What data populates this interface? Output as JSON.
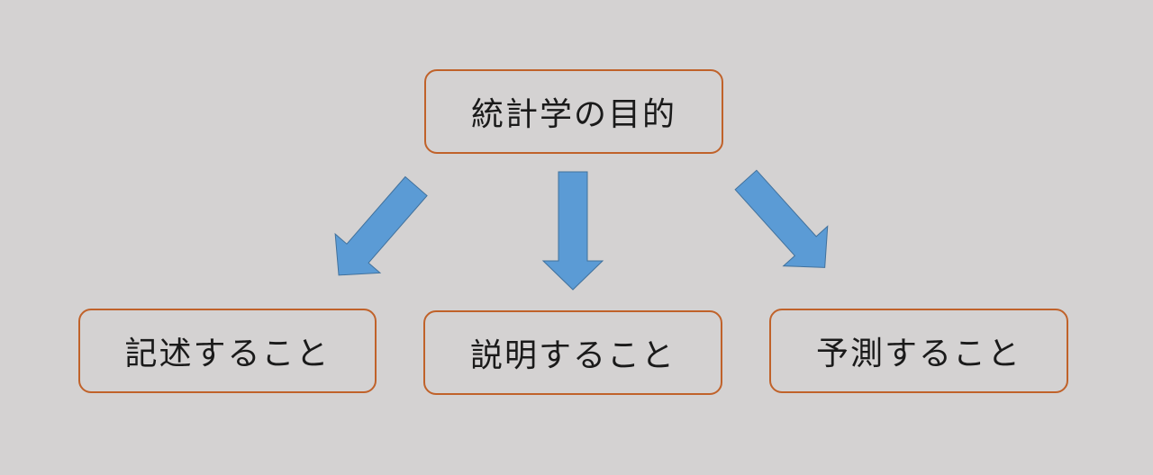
{
  "diagram": {
    "root": "統計学の目的",
    "children": [
      "記述すること",
      "説明すること",
      "予測すること"
    ],
    "colors": {
      "box_border": "#c0622a",
      "arrow_fill": "#5b9bd5",
      "arrow_stroke": "#41719c",
      "background": "#d4d2d2"
    }
  }
}
